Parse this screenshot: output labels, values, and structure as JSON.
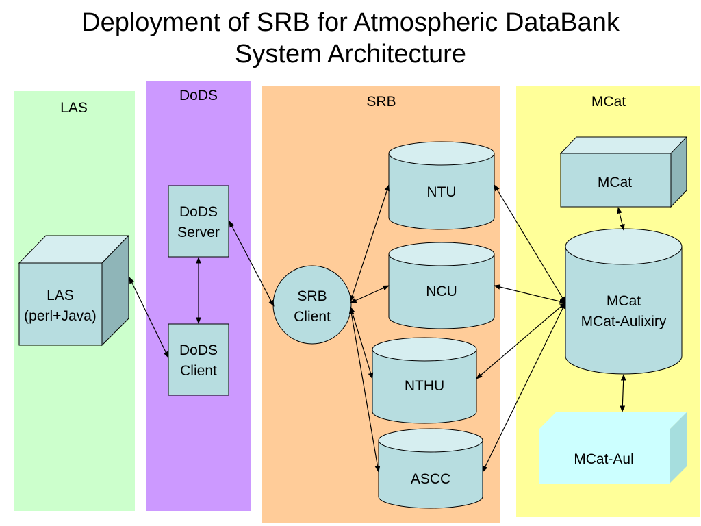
{
  "slide": {
    "title_line1": "Deployment of SRB for Atmospheric DataBank",
    "title_line2": "System Architecture"
  },
  "bands": {
    "las": "LAS",
    "dods": "DoDS",
    "srb": "SRB",
    "mcat": "MCat"
  },
  "nodes": {
    "las_box": [
      "LAS",
      "(perl+Java)"
    ],
    "dods_server": [
      "DoDS",
      "Server"
    ],
    "dods_client": [
      "DoDS",
      "Client"
    ],
    "srb_client": [
      "SRB",
      "Client"
    ],
    "ntu": "NTU",
    "ncu": "NCU",
    "nthu": "NTHU",
    "ascc": "ASCC",
    "mcat_box": "MCat",
    "mcat_db": [
      "MCat",
      "MCat-Aulixiry"
    ],
    "mcat_aul": "MCat-Aul"
  },
  "colors": {
    "las_band": "#ccffcc",
    "dods_band": "#cc99ff",
    "srb_band": "#ffcc99",
    "mcat_band": "#ffff99",
    "node_fill": "#b7dde0",
    "node_top": "#d6eef0",
    "node_side": "#8fb5b8",
    "aul_fill": "#ccffff",
    "aul_side": "#a6dede"
  }
}
